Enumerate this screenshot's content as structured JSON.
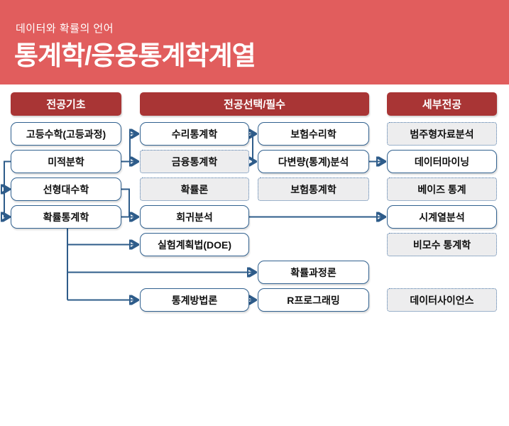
{
  "header": {
    "subtitle": "데이터와 확률의 언어",
    "title": "통계학/응용통계학계열"
  },
  "columns": [
    {
      "header": "전공기초"
    },
    {
      "header": "전공선택/필수"
    },
    {
      "header": "세부전공"
    }
  ],
  "boxes": {
    "highschool_math": {
      "label": "고등수학(고등과정)",
      "style": "solid"
    },
    "calculus": {
      "label": "미적분학",
      "style": "solid"
    },
    "linear_algebra": {
      "label": "선형대수학",
      "style": "solid"
    },
    "prob_stats": {
      "label": "확률통계학",
      "style": "solid"
    },
    "math_stats": {
      "label": "수리통계학",
      "style": "solid"
    },
    "financial_stats": {
      "label": "금융통계학",
      "style": "dotted"
    },
    "probability_theory": {
      "label": "확률론",
      "style": "dotted"
    },
    "regression": {
      "label": "회귀분석",
      "style": "solid"
    },
    "doe": {
      "label": "실험계획법(DOE)",
      "style": "solid"
    },
    "stat_methods": {
      "label": "통계방법론",
      "style": "solid"
    },
    "actuarial_math": {
      "label": "보험수리학",
      "style": "solid"
    },
    "multivariate": {
      "label": "다변량(통계)분석",
      "style": "solid"
    },
    "insurance_stats": {
      "label": "보험통계학",
      "style": "dotted"
    },
    "stochastic_processes": {
      "label": "확률과정론",
      "style": "solid"
    },
    "r_programming": {
      "label": "R프로그래밍",
      "style": "solid"
    },
    "categorical": {
      "label": "범주형자료분석",
      "style": "dotted"
    },
    "data_mining": {
      "label": "데이터마이닝",
      "style": "solid"
    },
    "bayesian": {
      "label": "베이즈 통계",
      "style": "dotted"
    },
    "time_series": {
      "label": "시계열분석",
      "style": "solid"
    },
    "nonparametric": {
      "label": "비모수 통계학",
      "style": "dotted"
    },
    "data_science": {
      "label": "데이터사이언스",
      "style": "dotted"
    }
  },
  "colors": {
    "banner_red": "#e15d5d",
    "header_dark_red": "#a93535",
    "box_border_blue": "#31618f",
    "connector_blue": "#2e5c8a",
    "dotted_fill_gray": "#ededee",
    "text_white": "#ffffff",
    "text_black": "#111111"
  },
  "legend_semantics": {
    "solid_box": "required / core course",
    "dotted_box": "elective / detail course"
  }
}
